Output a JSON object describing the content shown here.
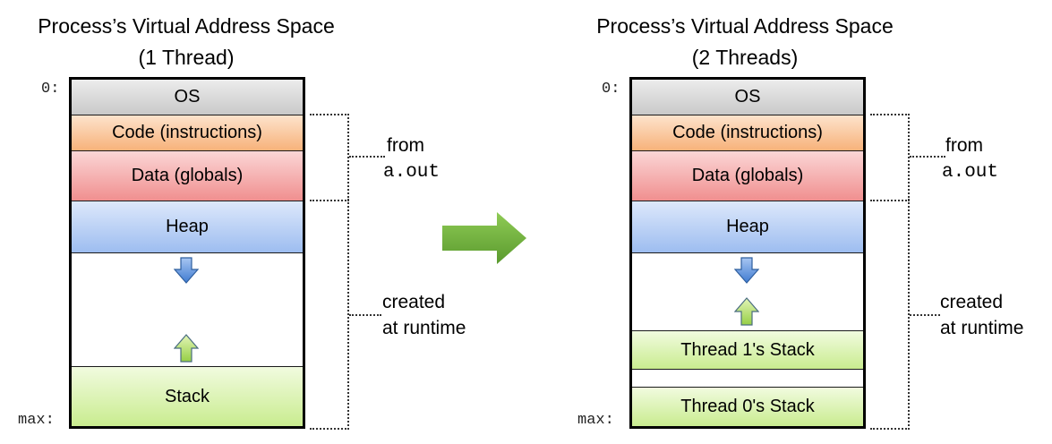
{
  "left": {
    "title_line1": "Process’s  Virtual Address Space",
    "title_line2": "(1 Thread)",
    "addr_top": "0:",
    "addr_bottom": "max:",
    "segments": {
      "os": "OS",
      "code": "Code (instructions)",
      "data": "Data (globals)",
      "heap": "Heap",
      "stack": "Stack"
    },
    "label_from": "from",
    "label_aout": "a.out",
    "label_created": "created",
    "label_runtime": "at runtime"
  },
  "right": {
    "title_line1": "Process’s  Virtual Address Space",
    "title_line2": "(2 Threads)",
    "addr_top": "0:",
    "addr_bottom": "max:",
    "segments": {
      "os": "OS",
      "code": "Code (instructions)",
      "data": "Data (globals)",
      "heap": "Heap",
      "stack1": "Thread 1's Stack",
      "stack0": "Thread 0's Stack"
    },
    "label_from": "from",
    "label_aout": "a.out",
    "label_created": "created",
    "label_runtime": "at runtime"
  },
  "colors": {
    "os": "#c9c9c9",
    "code": "#f7b27a",
    "data": "#f08f8f",
    "heap": "#9dbdf0",
    "stack": "#c9ec8f",
    "transition_arrow": "#6aab3a",
    "down_arrow": "#4a86d8",
    "up_arrow": "#a6d65a"
  },
  "icons": {
    "transition": "right-arrow-icon",
    "heap_growth": "down-arrow-icon",
    "stack_growth": "up-arrow-icon"
  }
}
